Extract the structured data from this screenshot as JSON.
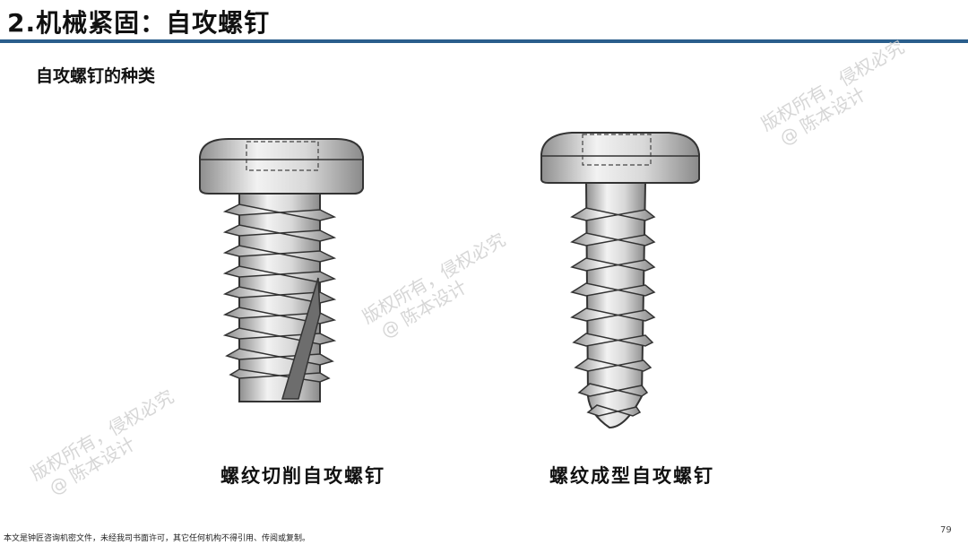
{
  "page": {
    "title": "2.机械紧固：自攻螺钉",
    "subtitle": "自攻螺钉的种类",
    "page_number": "79",
    "footer": "本文是钟匠咨询机密文件，未经我司书面许可，其它任何机构不得引用、传阅或复制。"
  },
  "figures": [
    {
      "caption": "螺纹切削自攻螺钉",
      "icon": "thread-cutting-screw-icon"
    },
    {
      "caption": "螺纹成型自攻螺钉",
      "icon": "thread-forming-screw-icon"
    }
  ],
  "watermark": {
    "line1": "版权所有，侵权必究",
    "line2": "@ 陈本设计"
  },
  "colors": {
    "rule": "#2a5e8c",
    "metal_light": "#e6e6e6",
    "metal_dark": "#9a9a9a"
  }
}
